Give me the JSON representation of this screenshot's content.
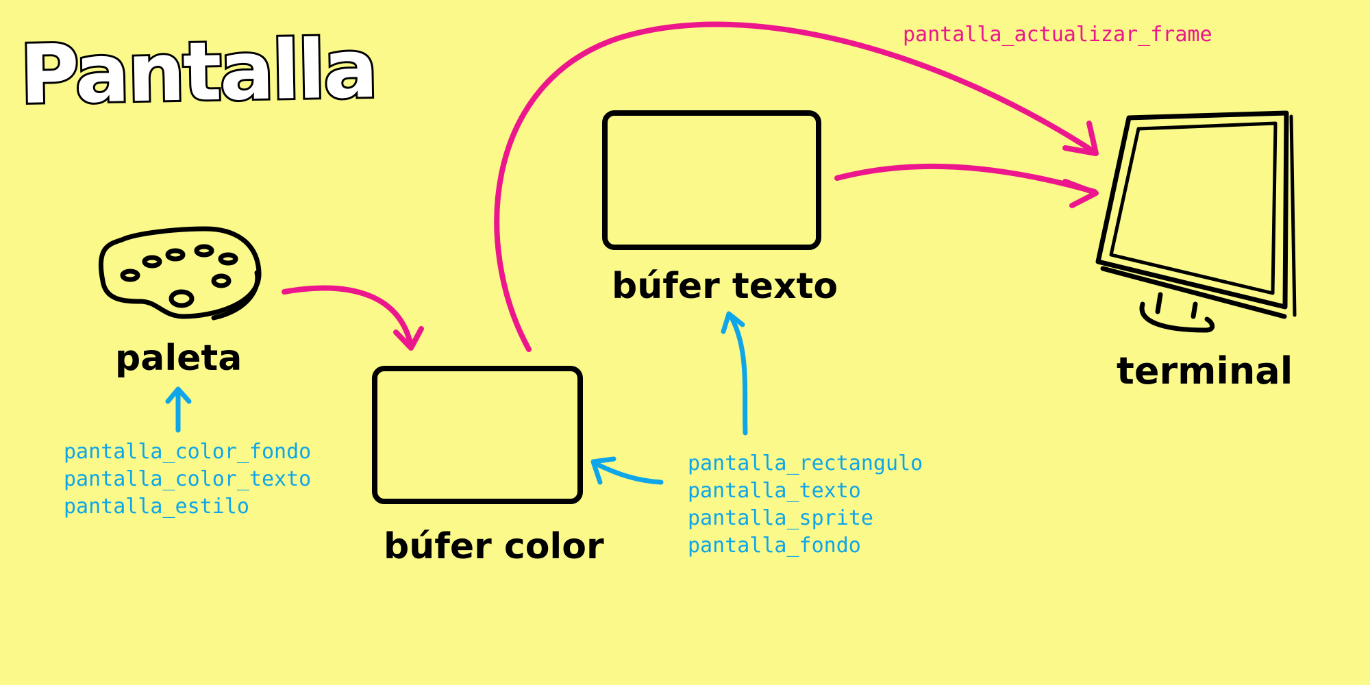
{
  "title": "Pantalla",
  "colors": {
    "background": "#faf98a",
    "ink": "#000000",
    "call_blue": "#0ea5e9",
    "flow_pink": "#ec178c"
  },
  "nodes": {
    "paleta": {
      "label": "paleta",
      "icon": "palette-icon"
    },
    "bufer_color": {
      "label": "búfer color",
      "icon": "buffer-rectangle"
    },
    "bufer_texto": {
      "label": "búfer texto",
      "icon": "buffer-rectangle"
    },
    "terminal": {
      "label": "terminal",
      "icon": "monitor-icon"
    }
  },
  "functions": {
    "paleta": [
      "pantalla_color_fondo",
      "pantalla_color_texto",
      "pantalla_estilo"
    ],
    "buffers": [
      "pantalla_rectangulo",
      "pantalla_texto",
      "pantalla_sprite",
      "pantalla_fondo"
    ],
    "frame": "pantalla_actualizar_frame"
  }
}
